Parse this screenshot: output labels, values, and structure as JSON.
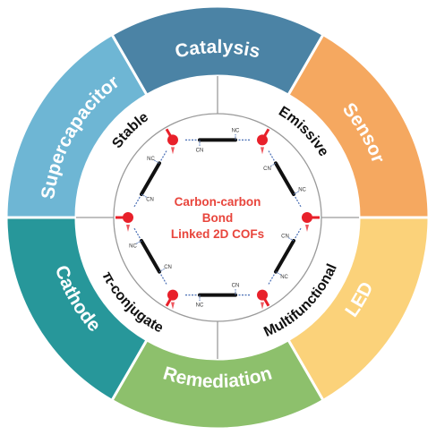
{
  "applications": [
    {
      "label": "Catalysis",
      "color": "#4b83a5"
    },
    {
      "label": "Sensor",
      "color": "#f5a860"
    },
    {
      "label": "LED",
      "color": "#fbd27a"
    },
    {
      "label": "Remediation",
      "color": "#8dc06c"
    },
    {
      "label": "Cathode",
      "color": "#27979a"
    },
    {
      "label": "Supercapacitor",
      "color": "#6eb6d4"
    }
  ],
  "properties": [
    {
      "label": "Stable"
    },
    {
      "label": "Emissive"
    },
    {
      "label": "Multifunctional"
    },
    {
      "label": "π-conjugate"
    }
  ],
  "center": {
    "line1": "Carbon-carbon",
    "line2": "Bond",
    "line3": "Linked 2D COFs"
  },
  "cof_labels": {
    "cn": "CN",
    "nc": "NC"
  },
  "colors": {
    "node": "#e8202a",
    "linker": "#111111",
    "cyano": "#4a6fb5",
    "ring_stroke": "#9a9a9a",
    "center_text": "#e8453c"
  }
}
